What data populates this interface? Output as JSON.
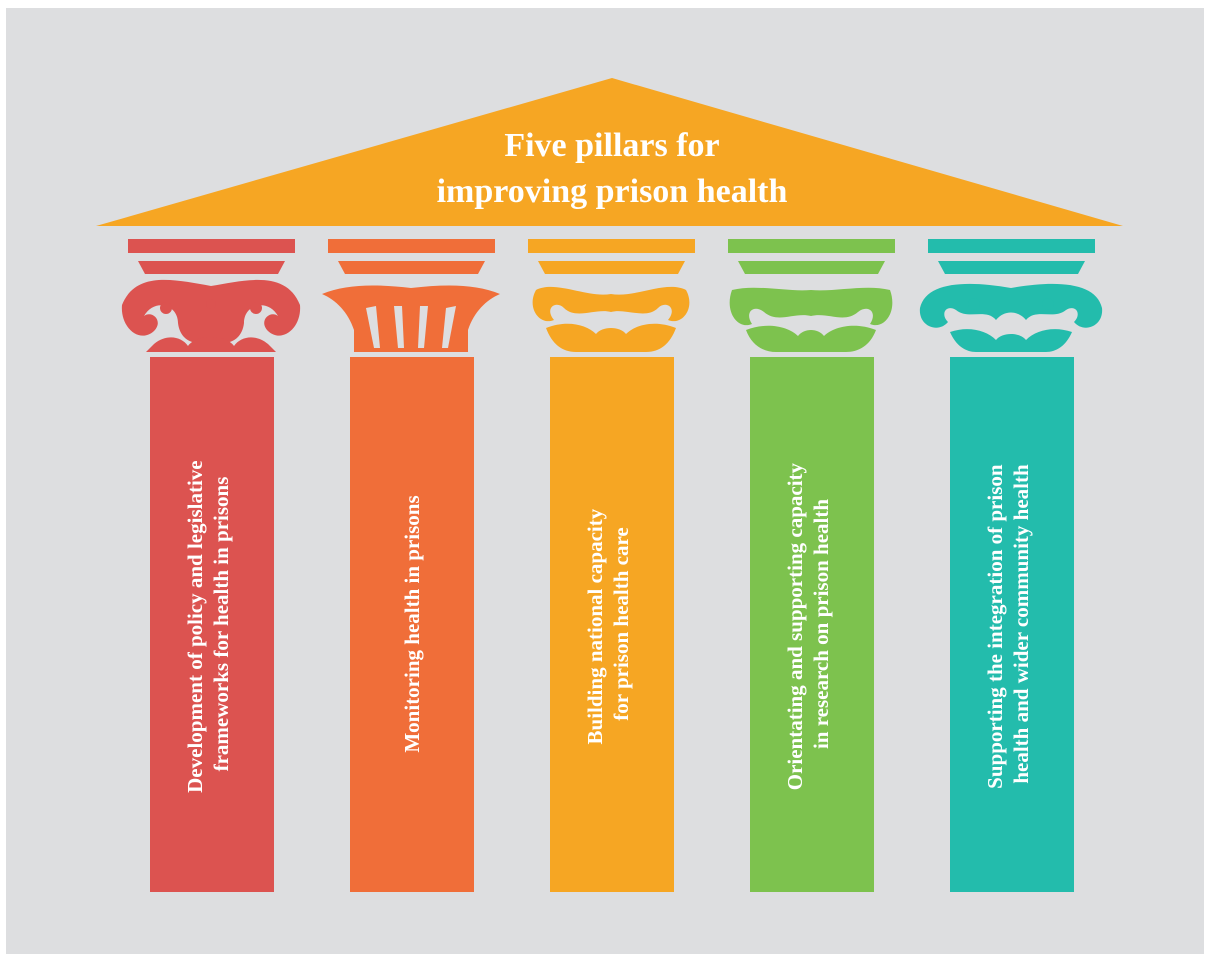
{
  "title": {
    "line1": "Five pillars for",
    "line2": "improving prison health"
  },
  "colors": {
    "background": "#dddee0",
    "roof": "#f6a623",
    "text": "#ffffff"
  },
  "pillars": [
    {
      "line1": "Development of policy and legislative",
      "line2": "frameworks for health in prisons",
      "color": "#dc5350",
      "capital_style": "scroll"
    },
    {
      "line1": "Monitoring health in prisons",
      "line2": "",
      "color": "#f06e39",
      "capital_style": "fluted"
    },
    {
      "line1": "Building national capacity",
      "line2": "for prison health care",
      "color": "#f6a623",
      "capital_style": "ornate"
    },
    {
      "line1": "Orientating and supporting capacity",
      "line2": "in research on prison health",
      "color": "#7dc24e",
      "capital_style": "ornate"
    },
    {
      "line1": "Supporting the integration of prison",
      "line2": "health and wider community health",
      "color": "#23bcac",
      "capital_style": "scroll"
    }
  ]
}
